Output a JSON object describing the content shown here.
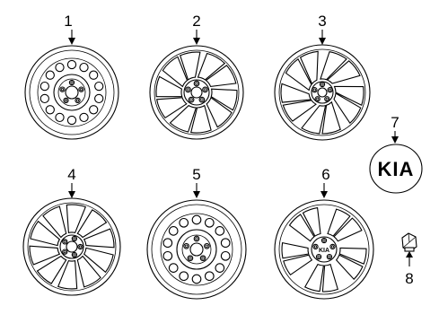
{
  "parts": [
    {
      "id": "1",
      "name": "steel-wheel",
      "callout": "1"
    },
    {
      "id": "2",
      "name": "alloy-wheel-split-spoke",
      "callout": "2"
    },
    {
      "id": "3",
      "name": "alloy-wheel-twin-blade",
      "callout": "3"
    },
    {
      "id": "4",
      "name": "alloy-wheel-multi-spoke",
      "callout": "4"
    },
    {
      "id": "5",
      "name": "steel-wheel-compact-spare",
      "callout": "5"
    },
    {
      "id": "6",
      "name": "alloy-wheel-five-spoke",
      "callout": "6"
    },
    {
      "id": "7",
      "name": "center-cap",
      "callout": "7"
    },
    {
      "id": "8",
      "name": "lug-nut",
      "callout": "8"
    }
  ],
  "center_cap": {
    "logo_text": "KIA"
  },
  "wheel6_hub": {
    "logo_text": "KIA"
  }
}
